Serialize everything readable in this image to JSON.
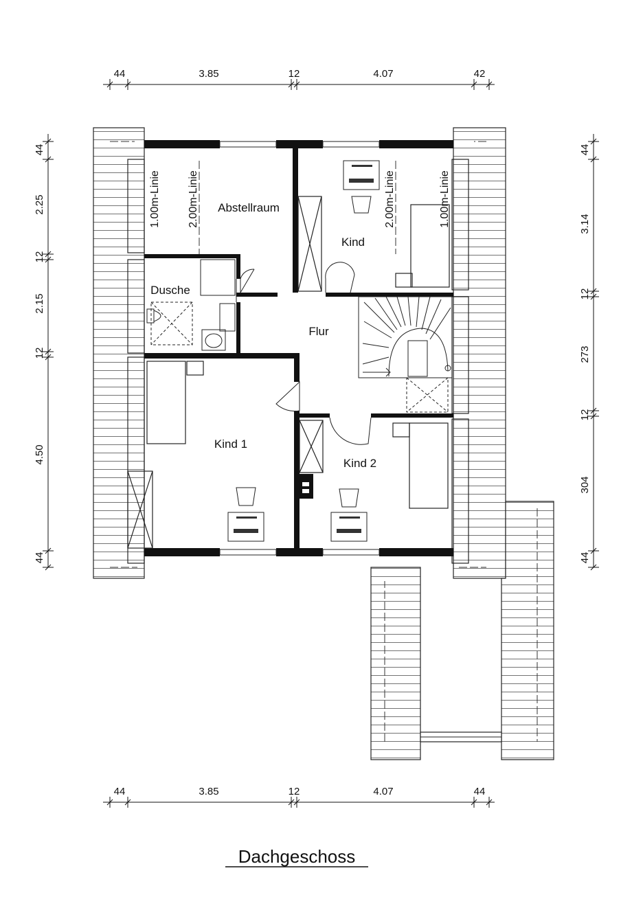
{
  "title": "Dachgeschoss",
  "dims": {
    "top": [
      "44",
      "3.85",
      "12",
      "4.07",
      "42"
    ],
    "bottom": [
      "44",
      "3.85",
      "12",
      "4.07",
      "44"
    ],
    "left": [
      "44",
      "2.25",
      "12",
      "2.15",
      "12",
      "4.50",
      "44"
    ],
    "right": [
      "44",
      "3.14",
      "12",
      "273",
      "12",
      "304",
      "44"
    ]
  },
  "rooms": {
    "abstellraum": "Abstellraum",
    "kind": "Kind",
    "dusche": "Dusche",
    "flur": "Flur",
    "kind1": "Kind 1",
    "kind2": "Kind 2"
  },
  "lines": {
    "l1": "1.00m-Linie",
    "l2": "2.00m-Linie",
    "r2": "2.00m-Linie",
    "r1": "1.00m-Linie"
  }
}
